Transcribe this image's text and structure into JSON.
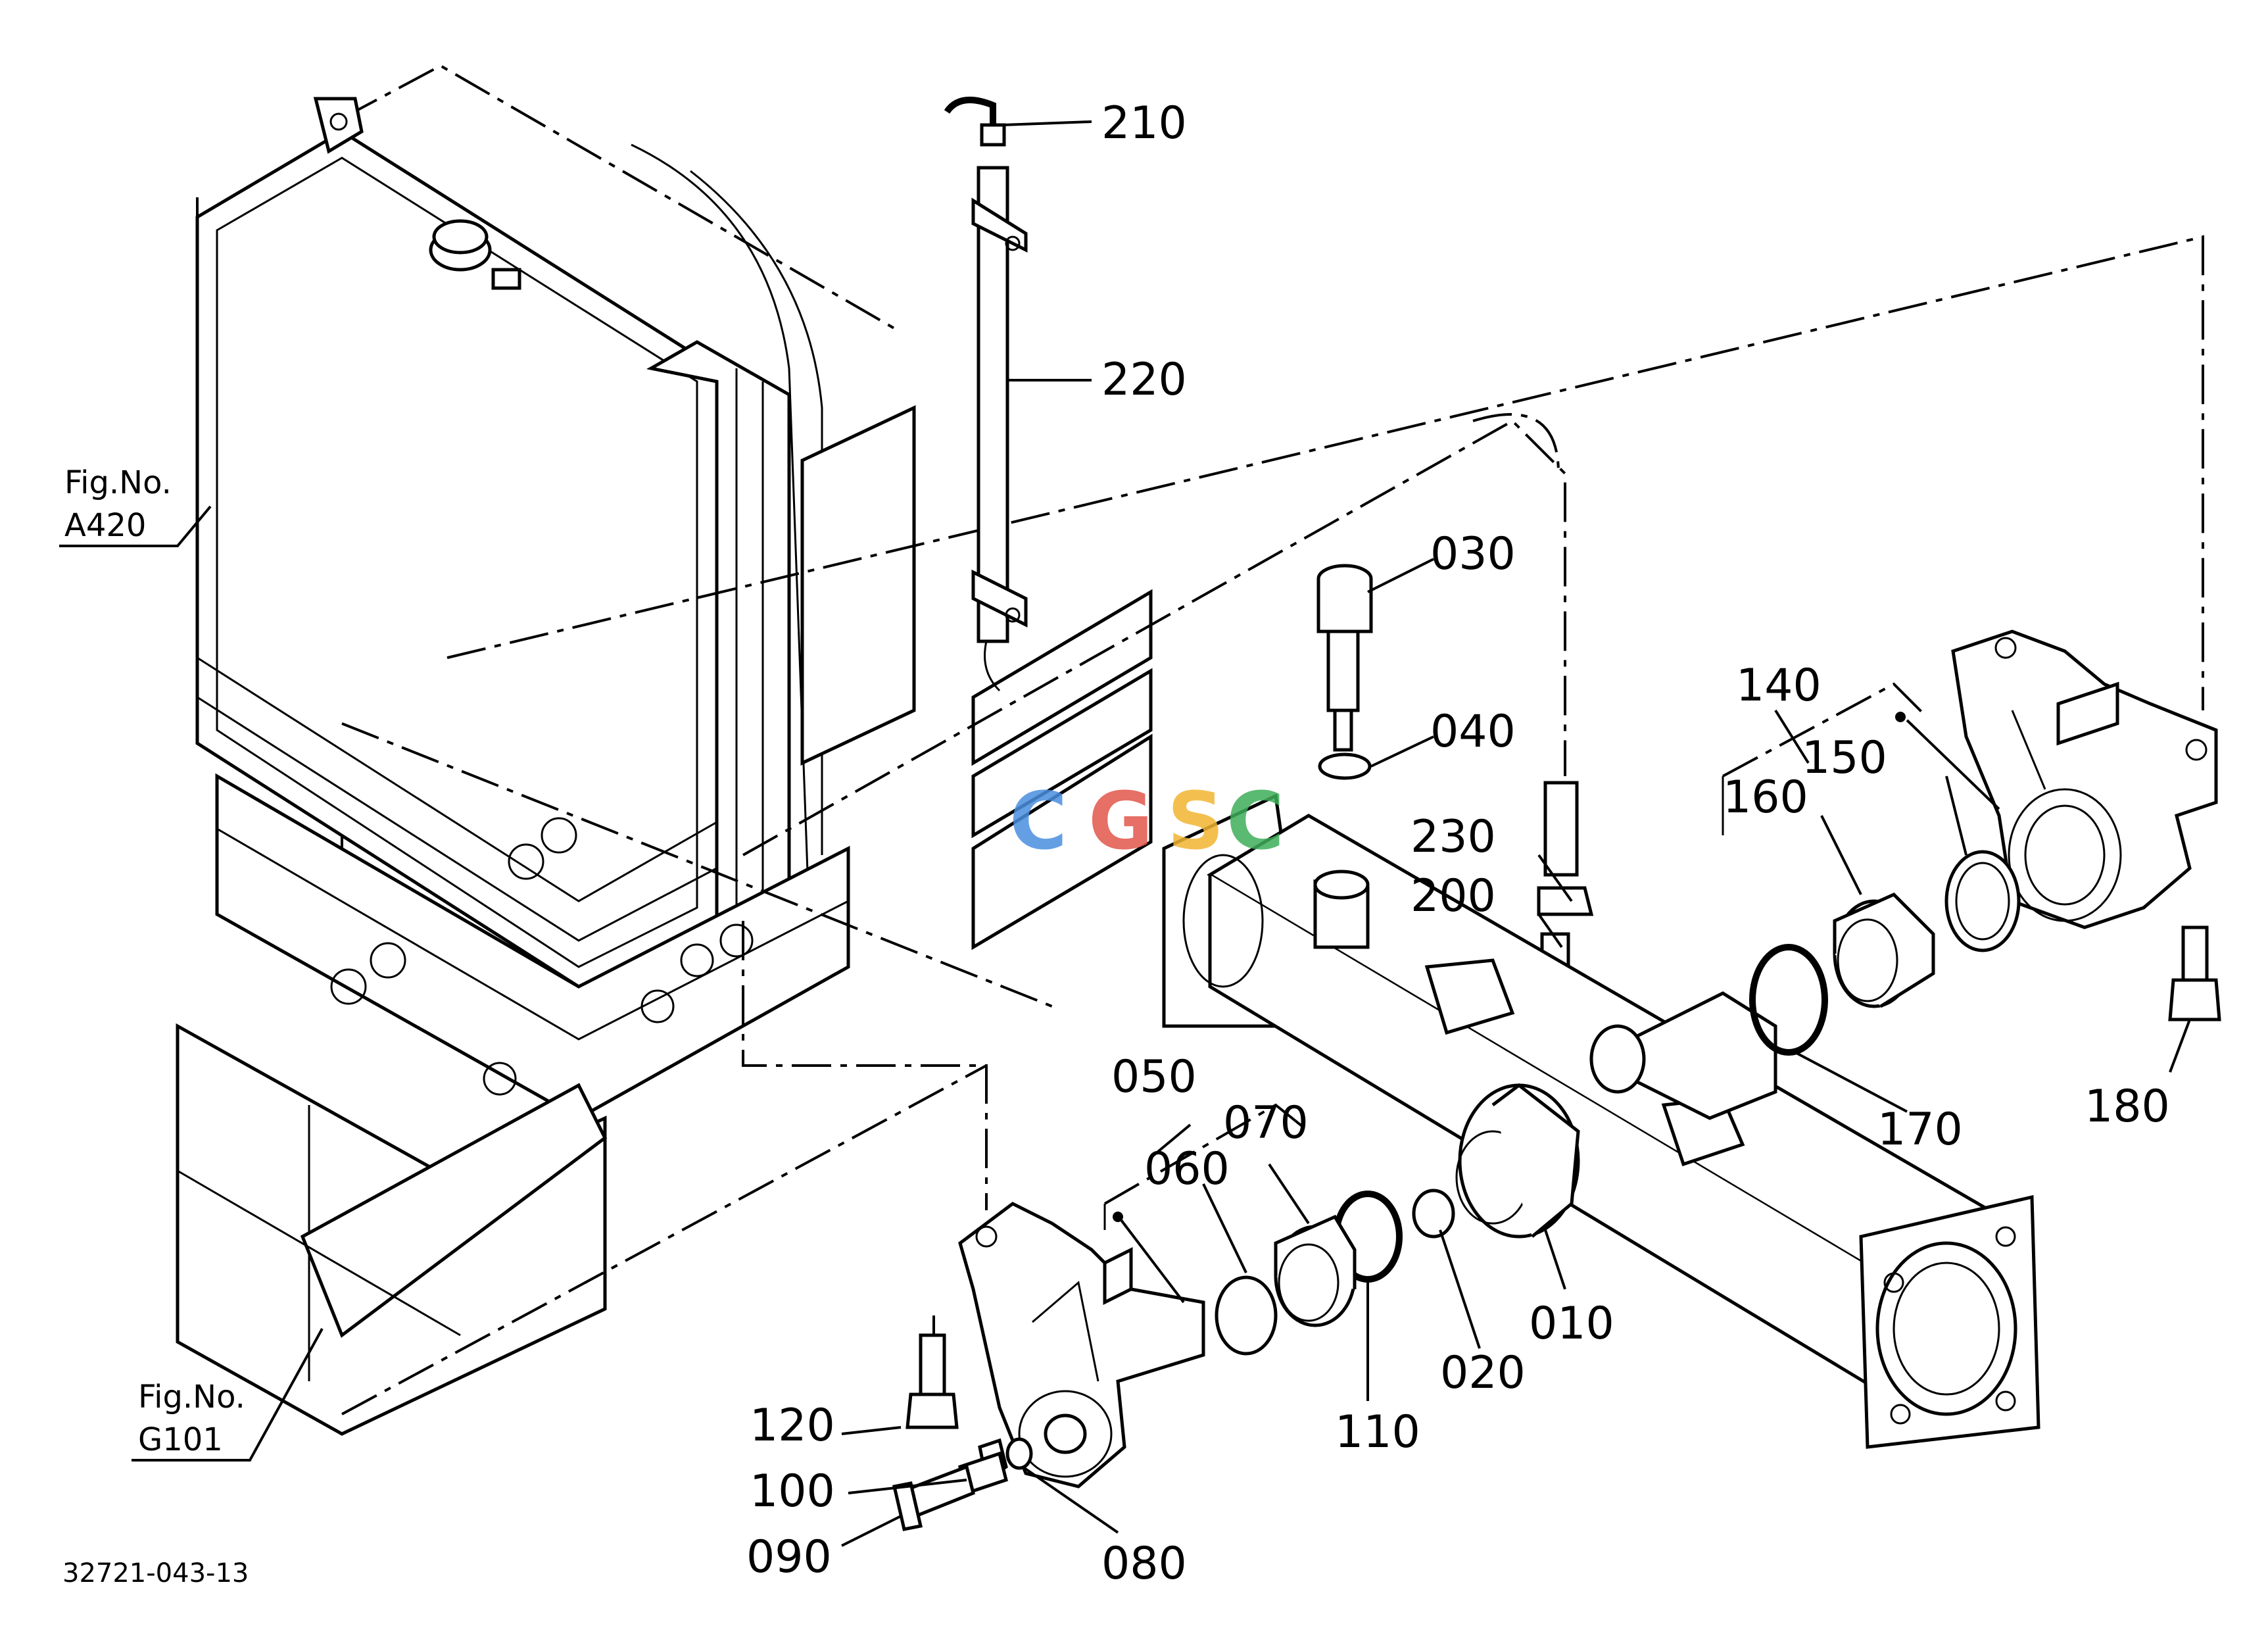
{
  "figure_refs": {
    "a420": {
      "line1": "Fig.No.",
      "line2": "A420"
    },
    "g101": {
      "line1": "Fig.No.",
      "line2": "G101"
    }
  },
  "drawing_code": "32721-043-13",
  "watermark": {
    "text": "CGSC",
    "colors": [
      "#4a8fe0",
      "#e2574c",
      "#f2b632",
      "#3fae5a"
    ]
  },
  "callouts": {
    "p010": "010",
    "p020": "020",
    "p030": "030",
    "p040": "040",
    "p050": "050",
    "p060": "060",
    "p070": "070",
    "p080": "080",
    "p090": "090",
    "p100": "100",
    "p110": "110",
    "p120": "120",
    "p140": "140",
    "p150": "150",
    "p160": "160",
    "p170": "170",
    "p180": "180",
    "p200": "200",
    "p210": "210",
    "p220": "220",
    "p230": "230"
  }
}
